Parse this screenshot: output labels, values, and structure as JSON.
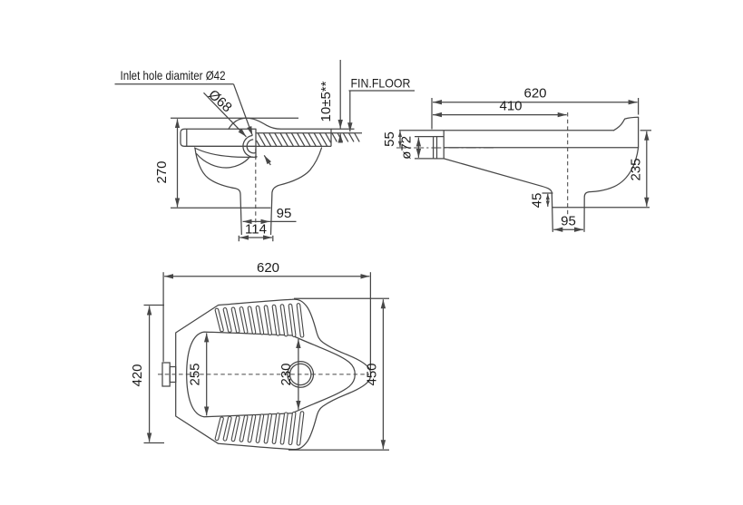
{
  "background": "#ffffff",
  "line_color": "#474747",
  "text_color": "#1c1c1c",
  "side_view": {
    "inlet_note": "Inlet hole diamiter Ø42",
    "inlet_outer_dia": "Ø68",
    "height": "270",
    "floor_gap": "10±5**",
    "floor_label": "FIN.FLOOR",
    "outlet_inner_dia": "95",
    "outlet_outer_dia": "114"
  },
  "section_view": {
    "overall_length": "620",
    "drain_offset": "410",
    "inlet_drop": "55",
    "inlet_dia": "ø72",
    "body_height": "235",
    "outlet_stub_height": "45",
    "outlet_width": "95"
  },
  "plan_view": {
    "overall_length": "620",
    "rear_width": "420",
    "front_width": "450",
    "bowl_width_rear": "255",
    "bowl_width_at_drain": "230"
  }
}
